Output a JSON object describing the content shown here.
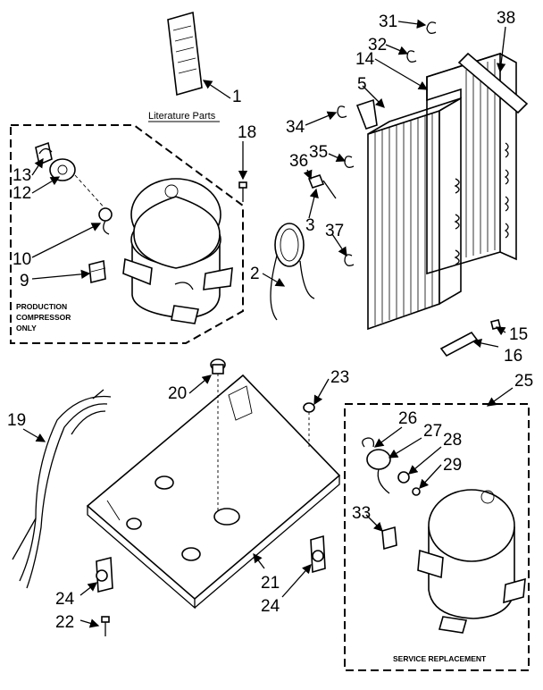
{
  "labels": {
    "literature_parts": "Literature Parts",
    "production_compressor": [
      "PRODUCTION",
      "COMPRESSOR",
      "ONLY"
    ],
    "service_replacement": "SERVICE REPLACEMENT"
  },
  "callouts": {
    "c1": "1",
    "c2": "2",
    "c3": "3",
    "c5": "5",
    "c9": "9",
    "c10": "10",
    "c12": "12",
    "c13": "13",
    "c14": "14",
    "c15": "15",
    "c16": "16",
    "c18": "18",
    "c19": "19",
    "c20": "20",
    "c21": "21",
    "c22": "22",
    "c23": "23",
    "c24a": "24",
    "c24b": "24",
    "c25": "25",
    "c26": "26",
    "c27": "27",
    "c28": "28",
    "c29": "29",
    "c31": "31",
    "c32": "32",
    "c33": "33",
    "c34": "34",
    "c35": "35",
    "c36": "36",
    "c37": "37",
    "c38": "38"
  }
}
